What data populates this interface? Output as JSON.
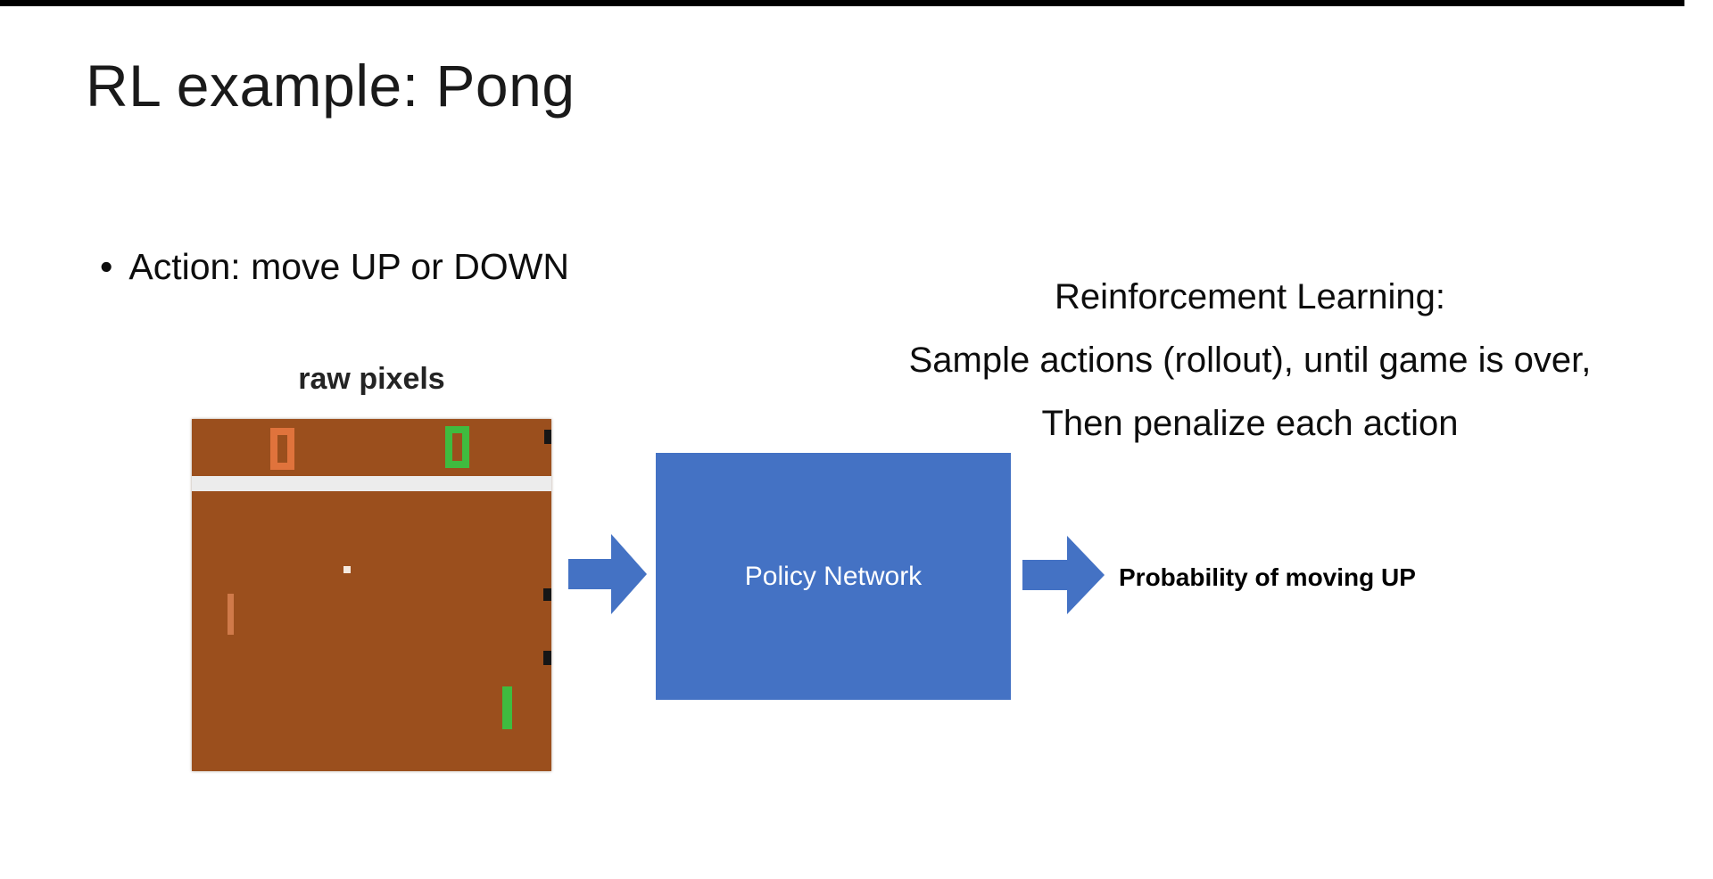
{
  "slide": {
    "title": "RL example: Pong",
    "bullet": {
      "marker": "•",
      "text": "Action: move UP or DOWN"
    },
    "note": {
      "lines": [
        "Reinforcement Learning:",
        "Sample actions (rollout), until game is over,",
        "Then penalize each action"
      ]
    },
    "pong": {
      "label": "raw pixels",
      "score_left": "0",
      "score_right": "0",
      "colors": {
        "field": "#9b4f1d",
        "score_left": "#e0733c",
        "score_right": "#3fbb3f",
        "divider": "#ececec",
        "ball": "#f5e9de",
        "paddle_left": "#d07a4a",
        "paddle_right": "#3fbb3f"
      }
    },
    "diagram": {
      "policy_label": "Policy Network",
      "output_label": "Probability of moving UP",
      "accent_color": "#4472C4"
    }
  }
}
